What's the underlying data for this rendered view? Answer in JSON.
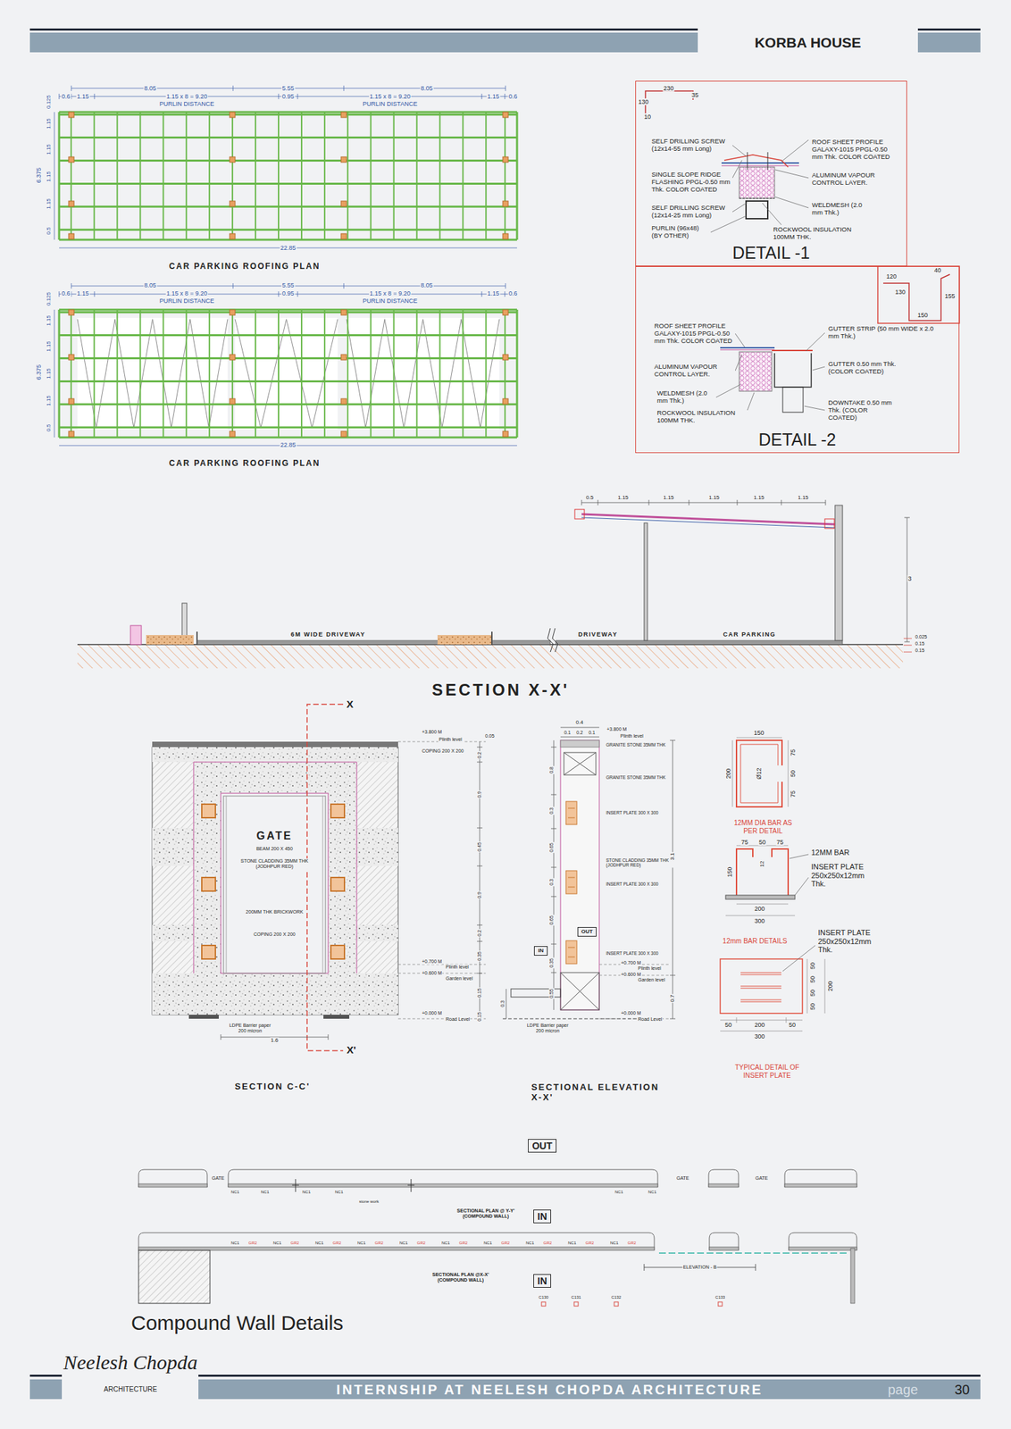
{
  "diagram": {
    "title": "KORBA HOUSE",
    "caption": "Compound Wall Details",
    "nodes": [
      {
        "text": [
          "DETAIL -1"
        ]
      },
      {
        "text": [
          "DETAIL -2"
        ]
      },
      {
        "text": [
          "IN"
        ]
      },
      {
        "text": [
          "OUT"
        ]
      },
      {
        "text": [
          "OUT"
        ]
      },
      {
        "text": [
          "IN"
        ]
      },
      {
        "text": [
          "IN"
        ]
      }
    ],
    "labels": [
      "INTERNSHIP AT NEELESH CHOPDA ARCHITECTURE",
      "page",
      "30",
      "Neelesh Chopda",
      "ARCHITECTURE",
      "8.05",
      "5.55",
      "8.05",
      "0.6",
      "1.15",
      "1.15 x 8 = 9.20",
      "0.95",
      "1.15 x 8 = 9.20",
      "1.15",
      "0.6",
      "PURLIN DISTANCE",
      "PURLIN DISTANCE",
      "22.85",
      "0.125",
      "1.15",
      "1.15",
      "1.15",
      "1.15",
      "0.5",
      "6.375",
      "CAR PARKING ROOFING PLAN",
      "8.05",
      "5.55",
      "8.05",
      "0.6",
      "1.15",
      "1.15 x 8 = 9.20",
      "0.95",
      "1.15 x 8 = 9.20",
      "1.15",
      "0.6",
      "PURLIN DISTANCE",
      "PURLIN DISTANCE",
      "22.85",
      "0.125",
      "1.15",
      "1.15",
      "1.15",
      "1.15",
      "0.5",
      "6.375",
      "CAR PARKING ROOFING PLAN",
      "230",
      "35",
      "130",
      "10",
      "SELF DRILLING SCREW (12x14-55 mm Long)",
      "SINGLE SLOPE RIDGE FLASHING PPGL-0.50 mm Thk. COLOR COATED",
      "SELF DRILLING SCREW (12x14-25 mm Long)",
      "PURLIN (96x48) (BY OTHER)",
      "ROOF SHEET PROFILE GALAXY-1015 PPGL-0.50 mm Thk. COLOR COATED",
      "ALUMINUM VAPOUR CONTROL LAYER.",
      "WELDMESH (2.0 mm Thk.)",
      "ROCKWOOL INSULATION 100MM THK.",
      "120",
      "40",
      "130",
      "155",
      "150",
      "ROOF SHEET PROFILE GALAXY-1015 PPGL-0.50 mm Thk. COLOR COATED",
      "ALUMINUM VAPOUR CONTROL LAYER.",
      "WELDMESH (2.0 mm Thk.)",
      "ROCKWOOL INSULATION 100MM THK.",
      "GUTTER STRIP (50 mm WIDE x 2.0 mm Thk.)",
      "GUTTER 0.50 mm Thk. (COLOR COATED)",
      "DOWNTAKE 0.50 mm Thk. (COLOR COATED)",
      "0.5",
      "1.15",
      "1.15",
      "1.15",
      "1.15",
      "1.15",
      "6M WIDE DRIVEWAY",
      "DRIVEWAY",
      "CAR PARKING",
      "3",
      "0.025",
      "0.15",
      "0.15",
      "SECTION X-X'",
      "X",
      "X'",
      "GATE",
      "BEAM 200 X 450",
      "STONE CLADDING 35MM THK (JODHPUR RED)",
      "200MM THK BRICKWORK",
      "COPING 200 X 200",
      "1.6",
      "LDPE Barrier paper 200 micron",
      "+3.800 M",
      "Plinth level",
      "0.05",
      "COPING 200 X 200",
      "0.2",
      "0.9",
      "0.45",
      "0.9",
      "0.2",
      "0.35",
      "0.15",
      "0.15",
      "+0.700 M",
      "Plinth level",
      "+0.600 M",
      "Garden level",
      "+0.000 M",
      "Road Level",
      "SECTION C-C'",
      "0.4",
      "0.1",
      "0.2",
      "0.1",
      "+3.800 M",
      "Plinth level",
      "GRANITE STONE 35MM THK",
      "GRANITE STONE 35MM THK",
      "INSERT PLATE 300 X 300",
      "STONE CLADDING 35MM THK (JODHPUR RED)",
      "INSERT PLATE 300 X 300",
      "INSERT PLATE 300 X 300",
      "+0.700 M",
      "Plinth level",
      "+0.600 M",
      "Garden level",
      "+0.000 M",
      "Road Level",
      "0.8",
      "0.3",
      "0.65",
      "0.3",
      "0.65",
      "0.35",
      "0.55",
      "3.1",
      "0.7",
      "0.3",
      "LDPE Barrier paper 200 micron",
      "SECTIONAL ELEVATION X-X'",
      "150",
      "200",
      "75",
      "50",
      "75",
      "Ø12",
      "12MM DIA BAR AS PER DETAIL",
      "75",
      "50",
      "75",
      "12",
      "150",
      "12MM BAR",
      "INSERT PLATE 250x250x12mm Thk.",
      "200",
      "300",
      "12mm BAR DETAILS",
      "INSERT PLATE 250x250x12mm Thk.",
      "50",
      "50",
      "50",
      "50",
      "200",
      "50",
      "200",
      "50",
      "300",
      "TYPICAL DETAIL OF INSERT PLATE",
      "GATE",
      "GATE",
      "GATE",
      "NC1",
      "NC1",
      "NC1",
      "NC1",
      "NC1",
      "NC1",
      "stone work",
      "SECTIONAL PLAN @ Y-Y' (COMPOUND WALL)",
      "NC1",
      "NC1",
      "NC1",
      "NC1",
      "NC1",
      "NC1",
      "NC1",
      "NC1",
      "NC1",
      "NC1",
      "GR2",
      "GR2",
      "GR2",
      "GR2",
      "GR2",
      "GR2",
      "GR2",
      "GR2",
      "GR2",
      "GR2",
      "ELEVATION - B",
      "SECTIONAL PLAN @X-X' (COMPOUND WALL)",
      "C130",
      "C131",
      "C132",
      "C133"
    ]
  }
}
